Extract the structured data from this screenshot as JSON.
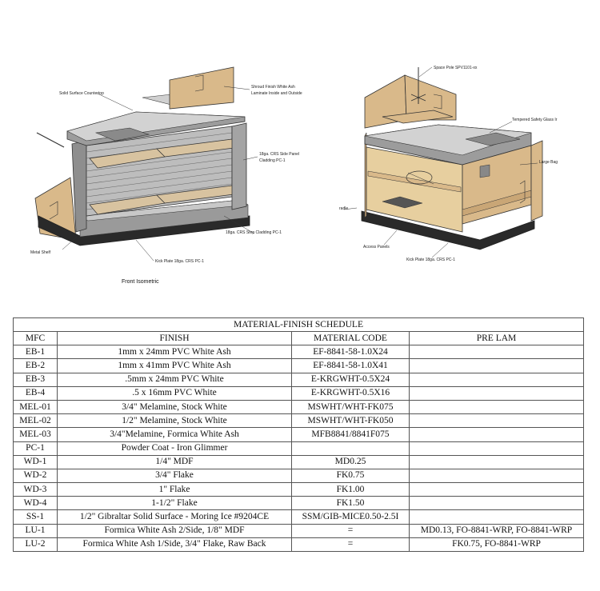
{
  "drawings": {
    "left_labels": {
      "countertop": "Solid Surface Countertop",
      "shroud_1": "Shroud Finish White Ash",
      "shroud_2": "Laminate Inside and Outside",
      "side_panel_1": "18ga. CRS Side Panel",
      "side_panel_2": "Cladding PC-1",
      "step_cladding": "18ga. CRS Step Cladding PC-1",
      "metal_shelf": "Metal Shelf",
      "kick_plate": "Kick Plate 18ga. CRS PC-1",
      "caption": "Front Isometric"
    },
    "right_labels": {
      "space_pole": "Space Pole SPV1101-xx",
      "glass": "Tempered Safety Glass Ir",
      "large_bag": "Large Bag",
      "cradle": "radle",
      "access_panels": "Access Panels",
      "kick_plate": "Kick Plate 18ga. CRS PC-1"
    }
  },
  "schedule": {
    "title": "MATERIAL-FINISH SCHEDULE",
    "headers": [
      "MFC",
      "FINISH",
      "MATERIAL CODE",
      "PRE LAM"
    ],
    "rows": [
      [
        "EB-1",
        "1mm x 24mm PVC White Ash",
        "EF-8841-58-1.0X24",
        ""
      ],
      [
        "EB-2",
        "1mm x 41mm PVC White Ash",
        "EF-8841-58-1.0X41",
        ""
      ],
      [
        "EB-3",
        ".5mm x 24mm PVC White",
        "E-KRGWHT-0.5X24",
        ""
      ],
      [
        "EB-4",
        ".5 x 16mm PVC White",
        "E-KRGWHT-0.5X16",
        ""
      ],
      [
        "MEL-01",
        "3/4\" Melamine, Stock White",
        "MSWHT/WHT-FK075",
        ""
      ],
      [
        "MEL-02",
        "1/2\" Melamine, Stock White",
        "MSWHT/WHT-FK050",
        ""
      ],
      [
        "MEL-03",
        "3/4\"Melamine, Formica White Ash",
        "MFB8841/8841F075",
        ""
      ],
      [
        "PC-1",
        "Powder Coat - Iron Glimmer",
        "",
        ""
      ],
      [
        "WD-1",
        "1/4\" MDF",
        "MD0.25",
        ""
      ],
      [
        "WD-2",
        "3/4\" Flake",
        "FK0.75",
        ""
      ],
      [
        "WD-3",
        "1\" Flake",
        "FK1.00",
        ""
      ],
      [
        "WD-4",
        "1-1/2\" Flake",
        "FK1.50",
        ""
      ],
      [
        "SS-1",
        "1/2\" Gibraltar Solid Surface -  Moring Ice #9204CE",
        "SSM/GIB-MICE0.50-2.5I",
        ""
      ],
      [
        "LU-1",
        "Formica White Ash 2/Side, 1/8\" MDF",
        "=",
        "MD0.13, FO-8841-WRP, FO-8841-WRP"
      ],
      [
        "LU-2",
        "Formica White Ash 1/Side, 3/4\" Flake, Raw Back",
        "=",
        "FK0.75, FO-8841-WRP"
      ]
    ]
  }
}
